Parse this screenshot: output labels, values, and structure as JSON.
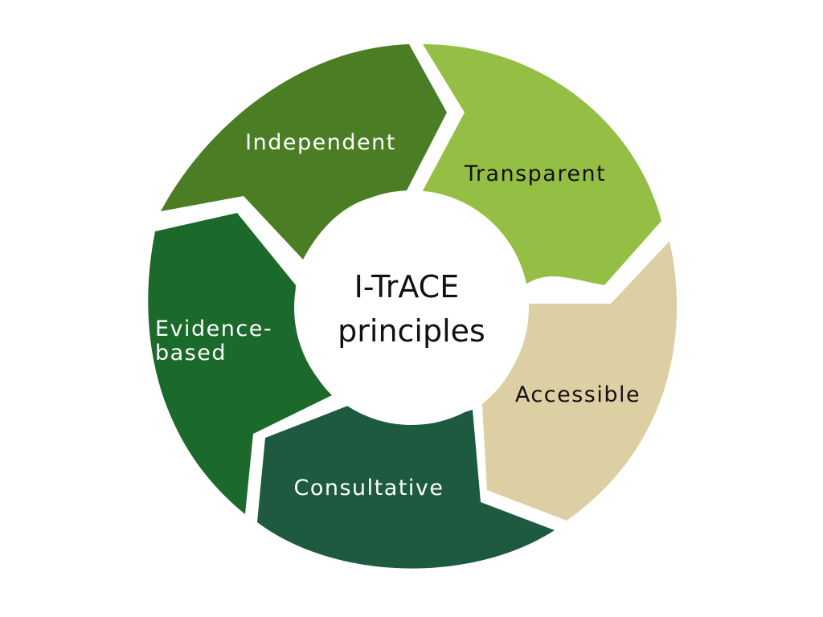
{
  "title_lines": [
    "I-TrACE",
    "principles"
  ],
  "segments": [
    {
      "label_lines": [
        "Independent"
      ],
      "color": "#4a7d24",
      "text_color": "#ffffff"
    },
    {
      "label_lines": [
        "Transparent"
      ],
      "color": "#94bf44",
      "text_color": "#111111"
    },
    {
      "label_lines": [
        "Accessible"
      ],
      "color": "#dccfa3",
      "text_color": "#111111"
    },
    {
      "label_lines": [
        "Consultative"
      ],
      "color": "#1d5a3f",
      "text_color": "#ffffff"
    },
    {
      "label_lines": [
        "Evidence-",
        "based"
      ],
      "color": "#1c6a2b",
      "text_color": "#ffffff"
    }
  ]
}
